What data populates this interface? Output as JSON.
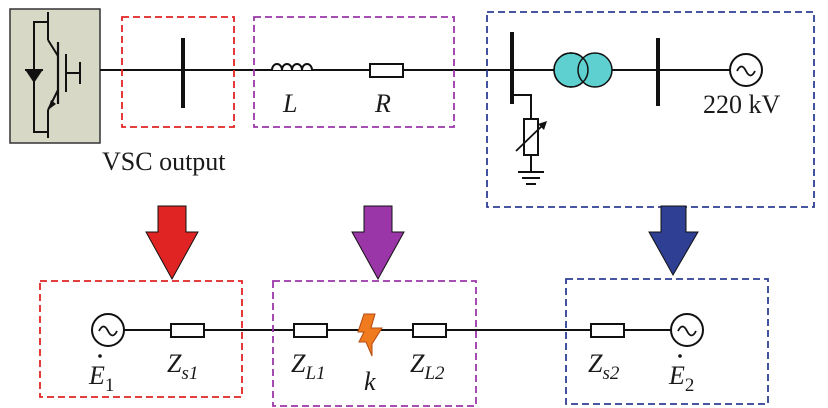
{
  "colors": {
    "red": "#e02424",
    "purple": "#9b36a8",
    "blue": "#2e3f94",
    "transformer": "#5fd0d0",
    "vsc_fill": "#d7d8c6"
  },
  "top": {
    "vsc_label": "VSC output",
    "inductor_label": "L",
    "resistor_label": "R",
    "voltage_label": "220 kV"
  },
  "bottom": {
    "e1": {
      "sym": "E",
      "sub": "1"
    },
    "zs1": {
      "sym": "Z",
      "sub": "s1"
    },
    "zl1": {
      "sym": "Z",
      "sub": "L1"
    },
    "fault": "k",
    "zl2": {
      "sym": "Z",
      "sub": "L2"
    },
    "zs2": {
      "sym": "Z",
      "sub": "s2"
    },
    "e2": {
      "sym": "E",
      "sub": "2"
    }
  }
}
